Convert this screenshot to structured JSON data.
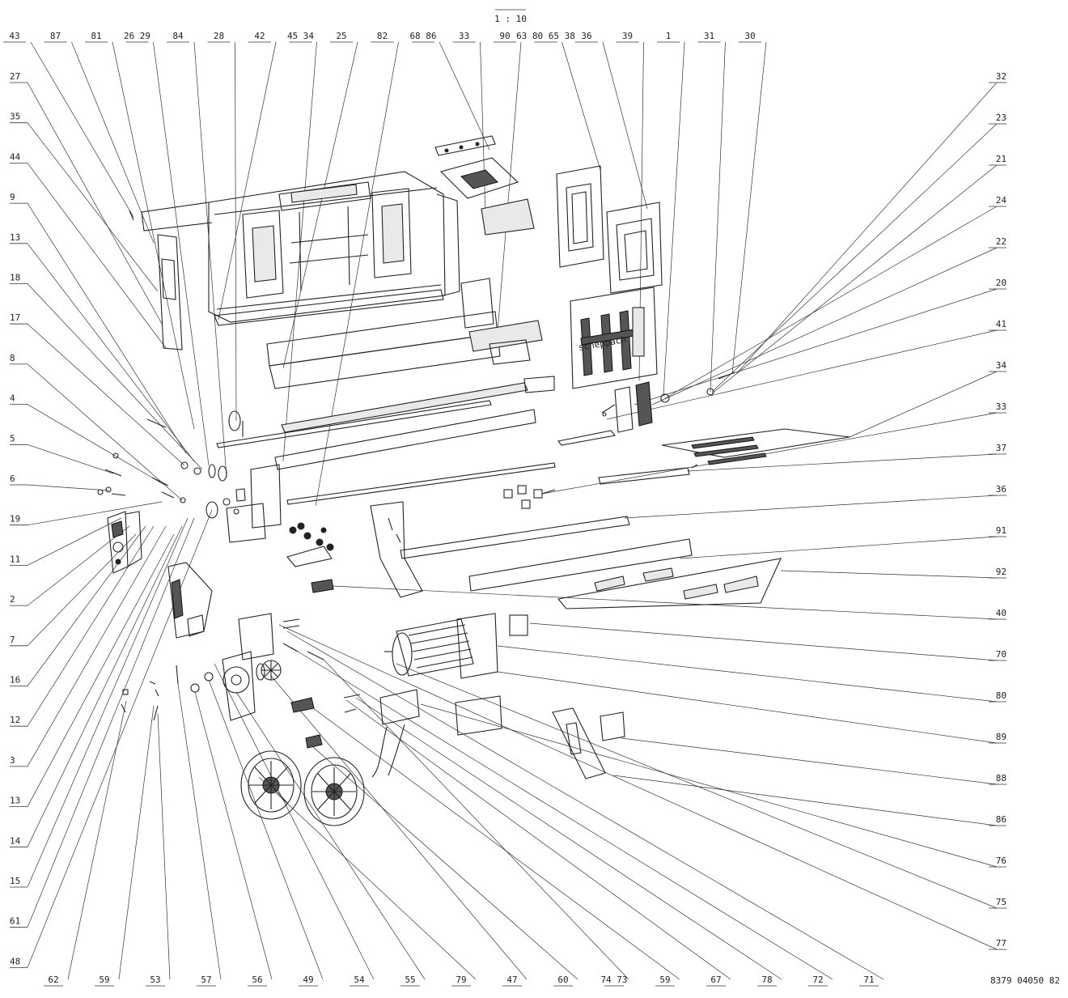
{
  "drawing": {
    "scale": "1 : 10",
    "drawing_number": "8379 04050 82",
    "brand_mark": "scheppach"
  },
  "top_labels": [
    "43",
    "87",
    "81",
    "26 29",
    "84",
    "28",
    "42",
    "45 34",
    "25",
    "82",
    "68 86",
    "33",
    "90",
    "63 80 65 38",
    "36",
    "39",
    "1",
    "31",
    "30"
  ],
  "left_labels": [
    "27",
    "35",
    "44",
    "9",
    "13",
    "18",
    "17",
    "8",
    "4",
    "5",
    "6",
    "19",
    "11",
    "2",
    "7",
    "16",
    "12",
    "3",
    "13",
    "14",
    "15",
    "61",
    "48"
  ],
  "right_labels": [
    "32",
    "23",
    "21",
    "24",
    "22",
    "20",
    "41",
    "34",
    "33",
    "37",
    "36",
    "91",
    "92",
    "40",
    "70",
    "80",
    "89",
    "88",
    "86",
    "76",
    "75",
    "77"
  ],
  "bottom_labels": [
    "62",
    "59",
    "53",
    "57",
    "56",
    "49",
    "54",
    "55",
    "79",
    "47",
    "60",
    "74 73",
    "59",
    "67",
    "78",
    "72",
    "71"
  ]
}
